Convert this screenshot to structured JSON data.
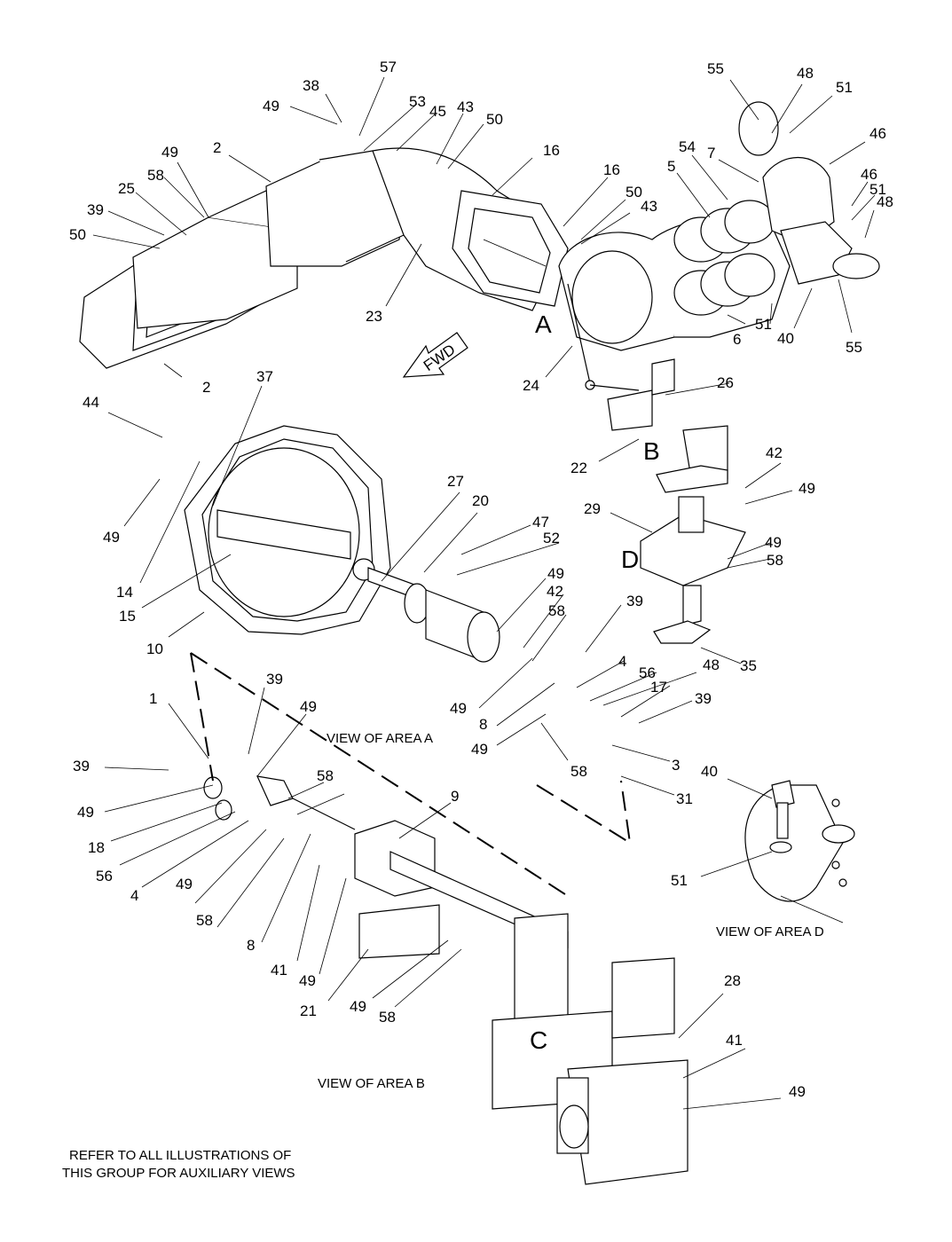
{
  "area_letters": [
    "A",
    "B",
    "C",
    "D"
  ],
  "view_captions": {
    "area_a": "VIEW OF  AREA  A",
    "area_b": "VIEW OF AREA B",
    "area_d": "VIEW OF AREA D"
  },
  "fwd_label": "FWD",
  "footnote": [
    "REFER TO ALL ILLUSTRATIONS OF",
    "THIS GROUP FOR AUXILIARY VIEWS"
  ],
  "callouts": [
    "38",
    "57",
    "49",
    "53",
    "45",
    "43",
    "50",
    "55",
    "48",
    "51",
    "16",
    "46",
    "2",
    "49",
    "58",
    "25",
    "39",
    "50",
    "54",
    "5",
    "7",
    "46",
    "51",
    "48",
    "16",
    "50",
    "43",
    "23",
    "2",
    "6",
    "51",
    "40",
    "55",
    "24",
    "26",
    "22",
    "42",
    "49",
    "44",
    "37",
    "49",
    "14",
    "15",
    "10",
    "27",
    "20",
    "47",
    "52",
    "49",
    "42",
    "58",
    "29",
    "49",
    "58",
    "35",
    "39",
    "4",
    "56",
    "48",
    "17",
    "39",
    "49",
    "8",
    "49",
    "58",
    "1",
    "39",
    "49",
    "39",
    "49",
    "58",
    "18",
    "56",
    "4",
    "49",
    "58",
    "8",
    "41",
    "49",
    "21",
    "49",
    "58",
    "9",
    "3",
    "31",
    "40",
    "51",
    "28",
    "41",
    "49"
  ]
}
